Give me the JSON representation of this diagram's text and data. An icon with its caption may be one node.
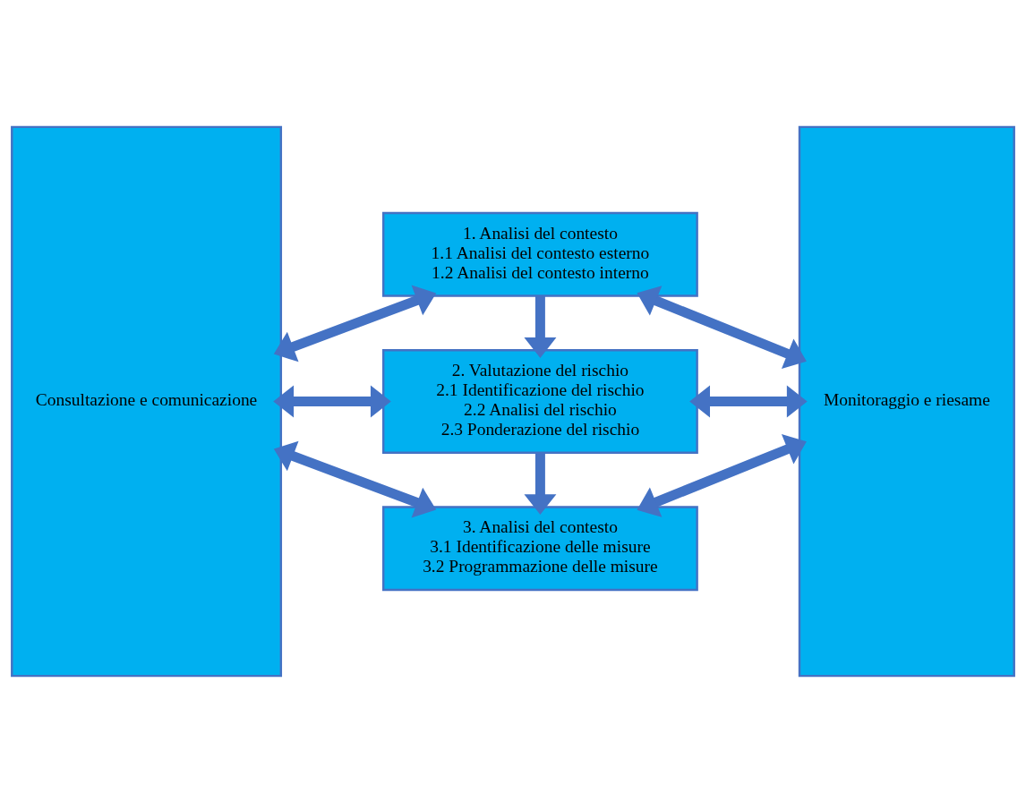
{
  "diagram": {
    "nodes": [
      {
        "text": [
          "Consultazione e comunicazione"
        ]
      },
      {
        "text": [
          "1. Analisi del contesto",
          "1.1 Analisi del contesto esterno",
          "1.2 Analisi del contesto interno"
        ]
      },
      {
        "text": [
          "2. Valutazione del rischio",
          "2.1 Identificazione del rischio",
          "2.2 Analisi del rischio",
          "2.3 Ponderazione del rischio"
        ]
      },
      {
        "text": [
          "3. Analisi del contesto",
          "3.1 Identificazione delle misure",
          "3.2 Programmazione delle misure"
        ]
      },
      {
        "text": [
          "Monitoraggio e riesame"
        ]
      }
    ],
    "edges": [
      {
        "from": 0,
        "to": 1,
        "arrow": "both"
      },
      {
        "from": 1,
        "to": 4,
        "arrow": "both"
      },
      {
        "from": 1,
        "to": 2,
        "arrow": "to"
      },
      {
        "from": 0,
        "to": 2,
        "arrow": "both"
      },
      {
        "from": 2,
        "to": 4,
        "arrow": "both"
      },
      {
        "from": 2,
        "to": 3,
        "arrow": "to"
      },
      {
        "from": 0,
        "to": 3,
        "arrow": "both"
      },
      {
        "from": 3,
        "to": 4,
        "arrow": "both"
      }
    ]
  }
}
